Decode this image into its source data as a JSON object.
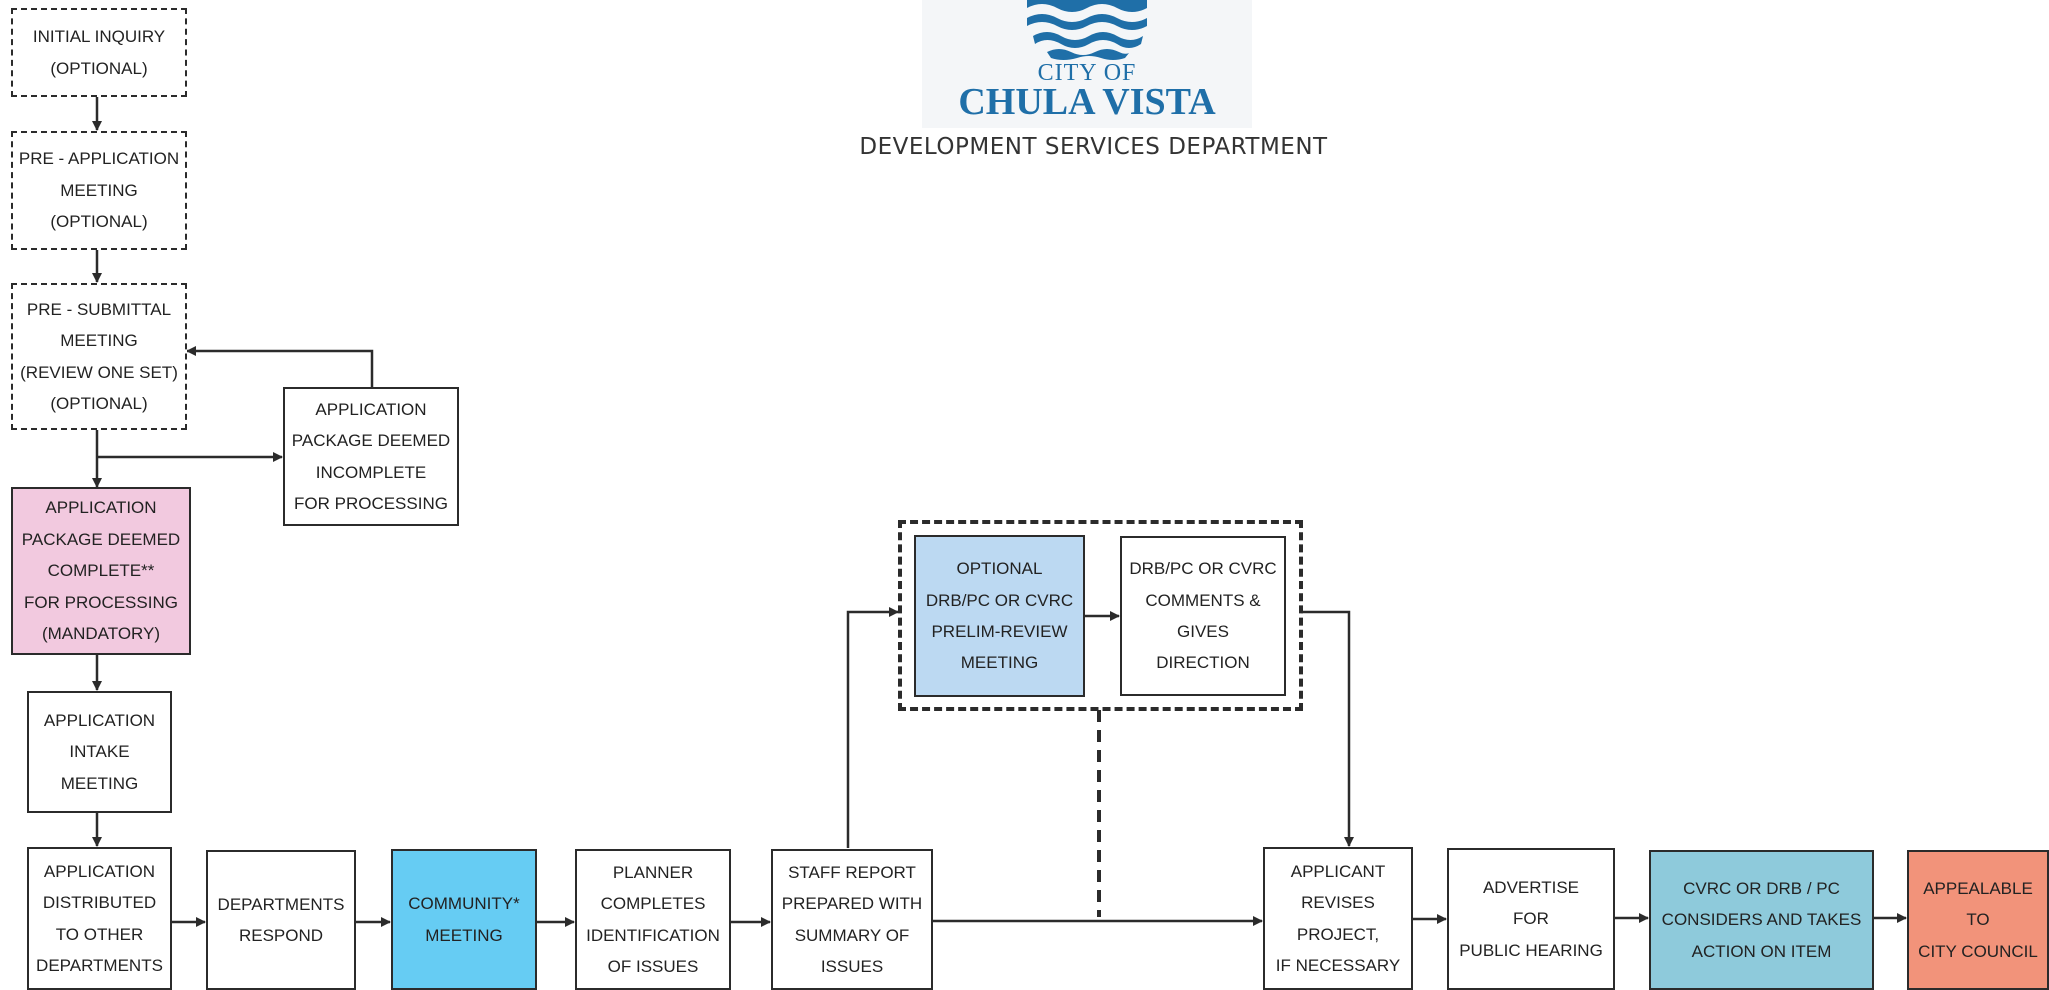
{
  "header": {
    "logo_line1": "CITY OF",
    "logo_line2": "CHULA VISTA",
    "department": "DEVELOPMENT SERVICES DEPARTMENT"
  },
  "steps": {
    "initial_inquiry": "INITIAL INQUIRY\n(OPTIONAL)",
    "pre_application": "PRE - APPLICATION\nMEETING\n(OPTIONAL)",
    "pre_submittal": "PRE - SUBMITTAL\nMEETING\n(REVIEW ONE SET)\n(OPTIONAL)",
    "incomplete": "APPLICATION\nPACKAGE DEEMED\nINCOMPLETE\nFOR PROCESSING",
    "complete": "APPLICATION\nPACKAGE DEEMED\nCOMPLETE**\nFOR PROCESSING\n(MANDATORY)",
    "intake": "APPLICATION\nINTAKE\nMEETING",
    "distributed": "APPLICATION\nDISTRIBUTED\nTO OTHER\nDEPARTMENTS",
    "departments_respond": "DEPARTMENTS\nRESPOND",
    "community_meeting": "COMMUNITY*\nMEETING",
    "planner_completes": "PLANNER\nCOMPLETES\nIDENTIFICATION\nOF ISSUES",
    "staff_report": "STAFF REPORT\nPREPARED WITH\nSUMMARY OF\nISSUES",
    "optional_prelim": "OPTIONAL\nDRB/PC OR CVRC\nPRELIM-REVIEW\nMEETING",
    "comments_direction": "DRB/PC OR CVRC\nCOMMENTS &\nGIVES\nDIRECTION",
    "applicant_revises": "APPLICANT\nREVISES\nPROJECT,\nIF NECESSARY",
    "advertise": "ADVERTISE\nFOR\nPUBLIC HEARING",
    "considers_action": "CVRC OR DRB / PC\nCONSIDERS AND TAKES\nACTION ON ITEM",
    "appealable": "APPEALABLE\nTO\nCITY COUNCIL"
  },
  "colors": {
    "complete_fill": "#f2c9df",
    "prelim_fill": "#bcd9f2",
    "community_fill": "#66ccf3",
    "action_fill": "#8ecadb",
    "appeal_fill": "#f2937a",
    "logo_blue": "#1f6fa8"
  }
}
